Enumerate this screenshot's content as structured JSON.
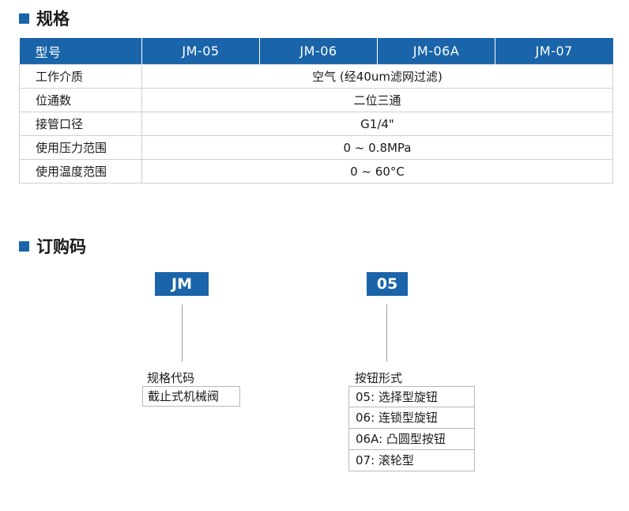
{
  "spec_section": {
    "title": "规格",
    "headers": [
      "型号",
      "JM-05",
      "JM-06",
      "JM-06A",
      "JM-07"
    ],
    "rows": [
      {
        "label": "工作介质",
        "value": "空气 (经40um滤网过滤)"
      },
      {
        "label": "位通数",
        "value": "二位三通"
      },
      {
        "label": "接管口径",
        "value": "G1/4\""
      },
      {
        "label": "使用压力范围",
        "value": "0 ~ 0.8MPa"
      },
      {
        "label": "使用温度范围",
        "value": "0 ~ 60°C"
      }
    ]
  },
  "order_section": {
    "title": "订购码",
    "code_1": {
      "code": "JM",
      "caption": "规格代码",
      "description": "截止式机械阀"
    },
    "code_2": {
      "code": "05",
      "caption": "按钮形式",
      "options": [
        "05: 选择型旋钮",
        "06: 连锁型旋钮",
        "06A: 凸圆型按钮",
        "07: 滚轮型"
      ]
    }
  },
  "colors": {
    "accent": "#1a64aa",
    "border": "#cfcfcf"
  }
}
